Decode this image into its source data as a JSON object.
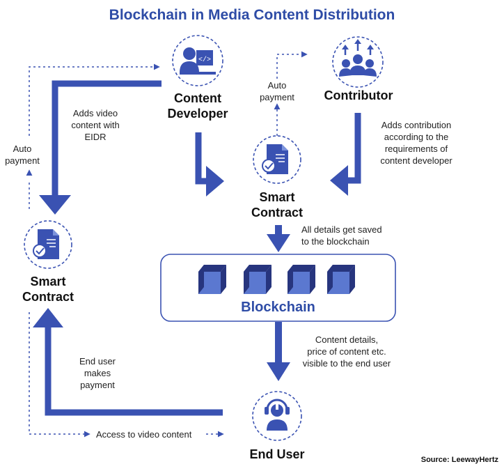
{
  "title": "Blockchain in Media Content Distribution",
  "colors": {
    "primary": "#3a52b2",
    "light_block": "#5b78d0",
    "dark_block": "#27357e",
    "text": "#111111"
  },
  "nodes": {
    "content_developer": {
      "line1": "Content",
      "line2": "Developer",
      "icon": "developer-laptop-icon"
    },
    "contributor": {
      "line1": "Contributor",
      "icon": "group-people-icon"
    },
    "smart_contract_center": {
      "line1": "Smart",
      "line2": "Contract",
      "icon": "contract-document-icon"
    },
    "smart_contract_left": {
      "line1": "Smart",
      "line2": "Contract",
      "icon": "contract-document-icon"
    },
    "end_user": {
      "line1": "End User",
      "icon": "user-headset-icon"
    }
  },
  "blockchain": {
    "label": "Blockchain",
    "block_count": 4
  },
  "notes": {
    "adds_video": [
      "Adds video",
      "content with",
      "EIDR"
    ],
    "auto_payment_left": [
      "Auto",
      "payment"
    ],
    "auto_payment_center": [
      "Auto",
      "payment"
    ],
    "adds_contribution": [
      "Adds contribution",
      "according to the",
      "requirements of",
      "content developer"
    ],
    "details_saved": [
      "All details get saved",
      "to the blockchain"
    ],
    "content_details": [
      "Content details,",
      "price of content etc.",
      "visible to the end user"
    ],
    "end_user_payment": [
      "End user",
      "makes",
      "payment"
    ],
    "access_video": "Access to video content"
  },
  "source": "Source: LeewayHertz"
}
